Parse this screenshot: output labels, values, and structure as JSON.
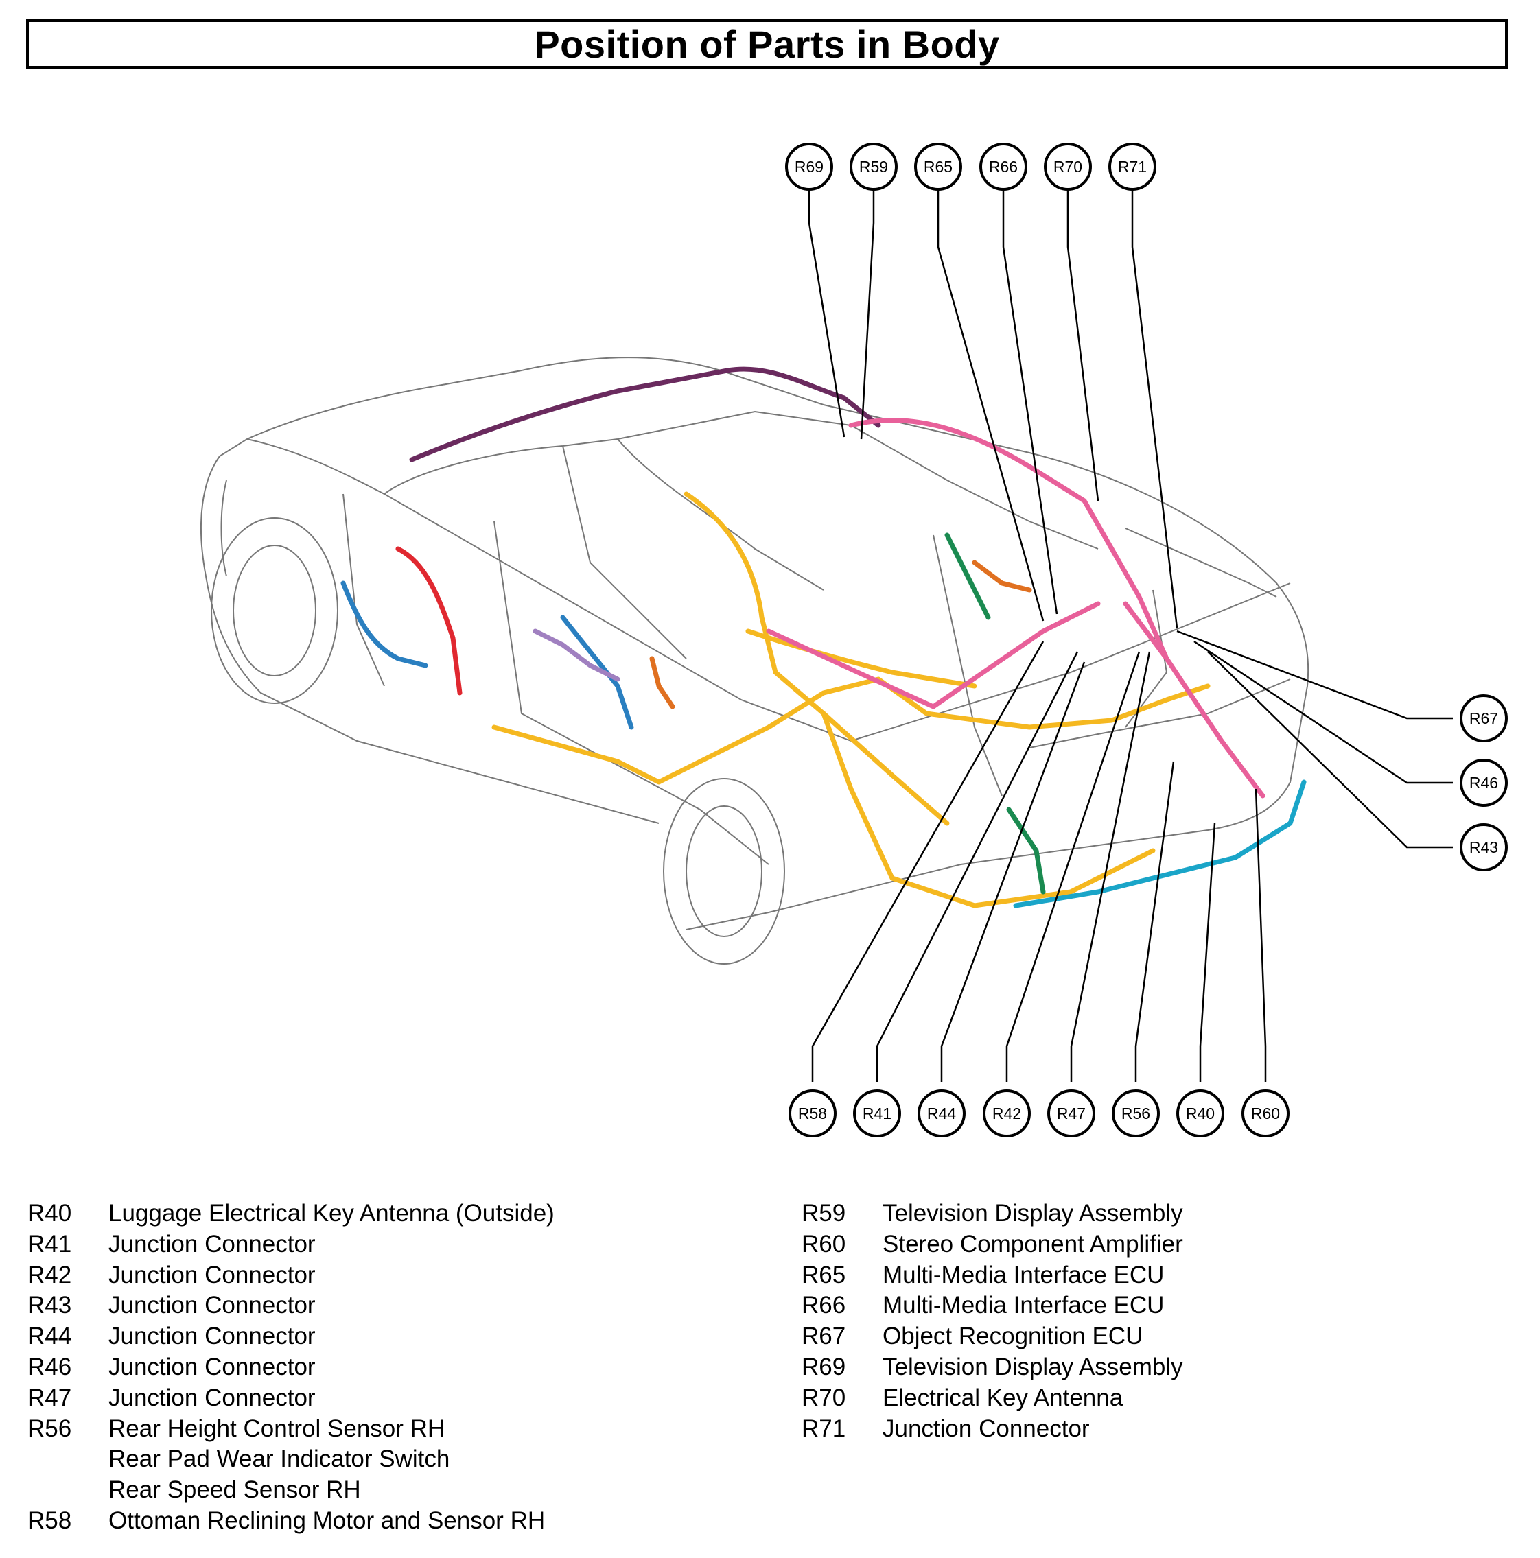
{
  "title": "Position of Parts in Body",
  "callouts": {
    "top": [
      "R69",
      "R59",
      "R65",
      "R66",
      "R70",
      "R71"
    ],
    "right": [
      "R67",
      "R46",
      "R43"
    ],
    "bottom": [
      "R58",
      "R41",
      "R44",
      "R42",
      "R47",
      "R56",
      "R40",
      "R60"
    ]
  },
  "legend_left": [
    {
      "code": "R40",
      "names": [
        "Luggage Electrical Key Antenna (Outside)"
      ]
    },
    {
      "code": "R41",
      "names": [
        "Junction Connector"
      ]
    },
    {
      "code": "R42",
      "names": [
        "Junction Connector"
      ]
    },
    {
      "code": "R43",
      "names": [
        "Junction Connector"
      ]
    },
    {
      "code": "R44",
      "names": [
        "Junction Connector"
      ]
    },
    {
      "code": "R46",
      "names": [
        "Junction Connector"
      ]
    },
    {
      "code": "R47",
      "names": [
        "Junction Connector"
      ]
    },
    {
      "code": "R56",
      "names": [
        "Rear Height Control Sensor RH",
        "Rear Pad Wear Indicator Switch",
        "Rear Speed Sensor RH"
      ]
    },
    {
      "code": "R58",
      "names": [
        "Ottoman Reclining Motor and Sensor RH"
      ]
    }
  ],
  "legend_right": [
    {
      "code": "R59",
      "names": [
        "Television Display Assembly"
      ]
    },
    {
      "code": "R60",
      "names": [
        "Stereo Component Amplifier"
      ]
    },
    {
      "code": "R65",
      "names": [
        "Multi-Media Interface ECU"
      ]
    },
    {
      "code": "R66",
      "names": [
        "Multi-Media Interface ECU"
      ]
    },
    {
      "code": "R67",
      "names": [
        "Object Recognition ECU"
      ]
    },
    {
      "code": "R69",
      "names": [
        "Television Display Assembly"
      ]
    },
    {
      "code": "R70",
      "names": [
        "Electrical Key Antenna"
      ]
    },
    {
      "code": "R71",
      "names": [
        "Junction Connector"
      ]
    }
  ],
  "harness_colors": {
    "yellow": "#F5B820",
    "pink": "#E8609A",
    "purple": "#6A2A5E",
    "blue": "#2A7FC0",
    "cyan": "#1AA5C8",
    "red": "#E02830",
    "green": "#1A8A50",
    "orange": "#E07020",
    "lilac": "#A080C0"
  }
}
